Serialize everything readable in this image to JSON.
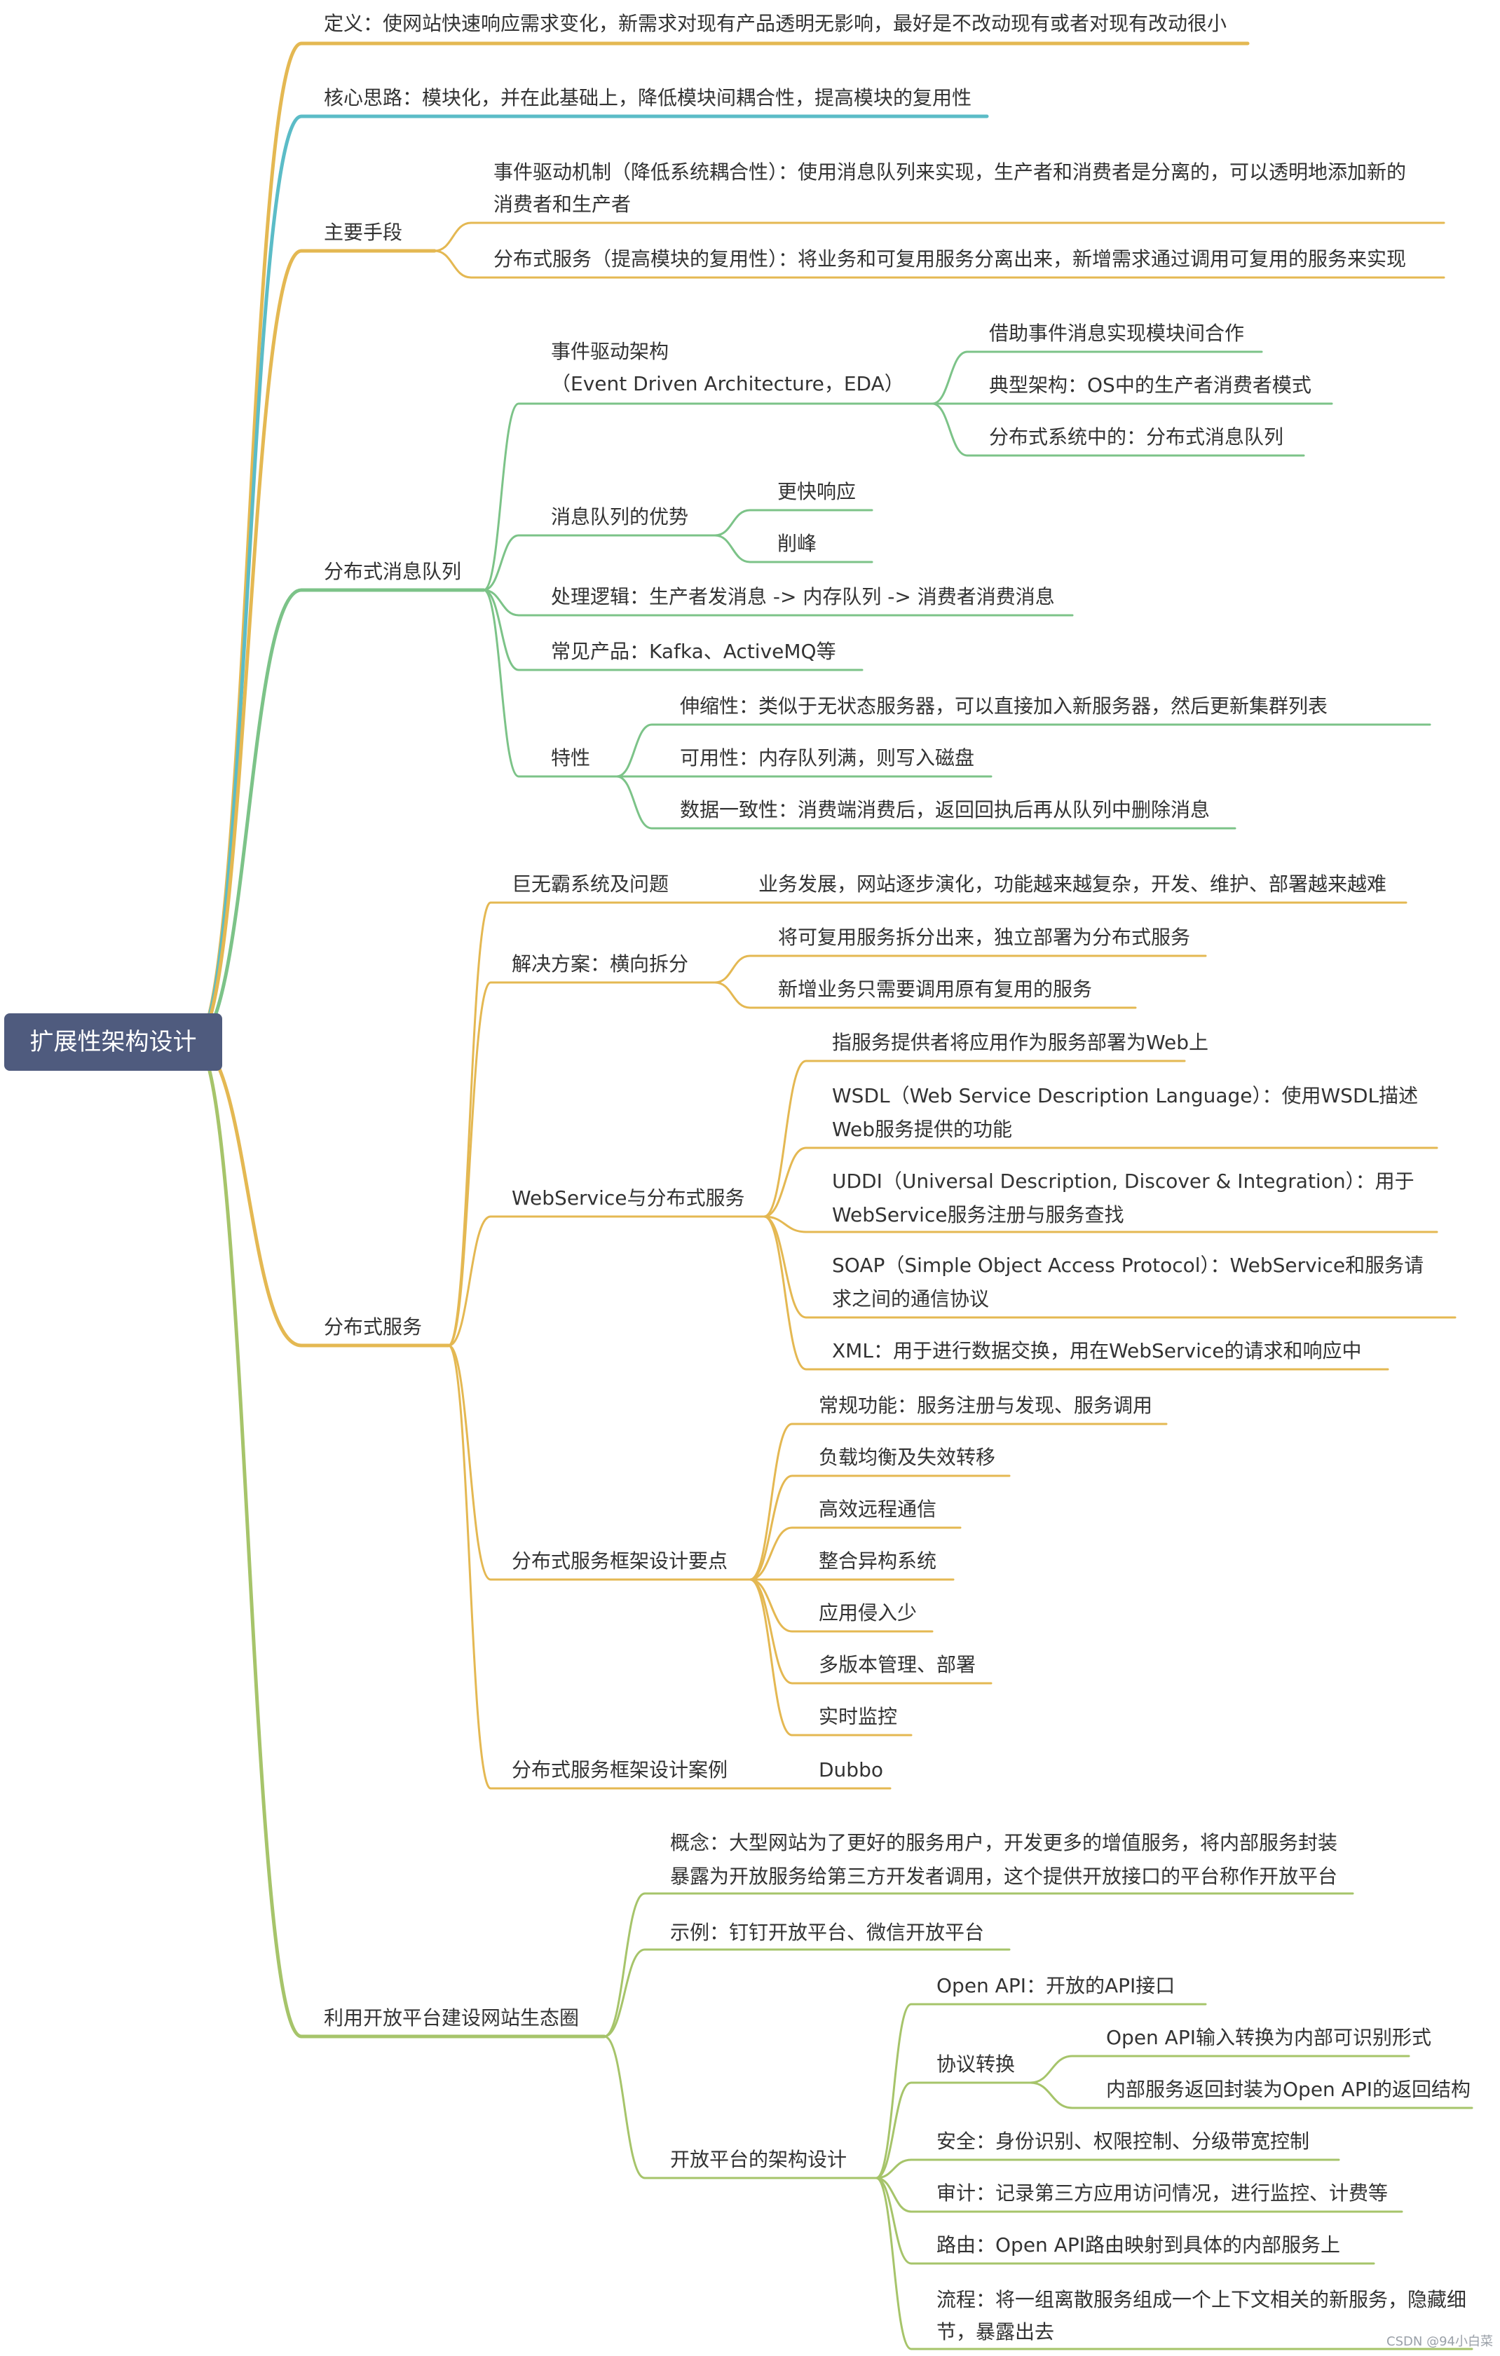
{
  "root": {
    "label": "扩展性架构设计"
  },
  "watermark": "CSDN @94小白菜",
  "colors": {
    "yellow": "#e4b852",
    "teal": "#5bbcc7",
    "green": "#7cc388",
    "olive": "#a6c46a",
    "root_bg": "#4f5b7e",
    "text": "#333333"
  },
  "nodes": {
    "n1": "定义：使网站快速响应需求变化，新需求对现有产品透明无影响，最好是不改动现有或者对现有改动很小",
    "n2": "核心思路：模块化，并在此基础上，降低模块间耦合性，提高模块的复用性",
    "n3": "主要手段",
    "n3a1": "事件驱动机制（降低系统耦合性）：使用消息队列来实现，生产者和消费者是分离的，可以透明地添加新的",
    "n3a2": "消费者和生产者",
    "n3b": "分布式服务（提高模块的复用性）：将业务和可复用服务分离出来，新增需求通过调用可复用的服务来实现",
    "n4": "分布式消息队列",
    "n4a1": "事件驱动架构",
    "n4a2": "（Event Driven Architecture，EDA）",
    "n4a_c1": "借助事件消息实现模块间合作",
    "n4a_c2": "典型架构：OS中的生产者消费者模式",
    "n4a_c3": "分布式系统中的：分布式消息队列",
    "n4b": "消息队列的优势",
    "n4b_c1": "更快响应",
    "n4b_c2": "削峰",
    "n4c": "处理逻辑：生产者发消息 -> 内存队列 -> 消费者消费消息",
    "n4d": "常见产品：Kafka、ActiveMQ等",
    "n4e": "特性",
    "n4e_c1": "伸缩性：类似于无状态服务器，可以直接加入新服务器，然后更新集群列表",
    "n4e_c2": "可用性：内存队列满，则写入磁盘",
    "n4e_c3": "数据一致性：消费端消费后，返回回执后再从队列中删除消息",
    "n5": "分布式服务",
    "n5a": "巨无霸系统及问题",
    "n5a_c1": "业务发展，网站逐步演化，功能越来越复杂，开发、维护、部署越来越难",
    "n5b": "解决方案：横向拆分",
    "n5b_c1": "将可复用服务拆分出来，独立部署为分布式服务",
    "n5b_c2": "新增业务只需要调用原有复用的服务",
    "n5c": "WebService与分布式服务",
    "n5c_c1": "指服务提供者将应用作为服务部署为Web上",
    "n5c_c2a": "WSDL（Web Service Description Language）：使用WSDL描述",
    "n5c_c2b": "Web服务提供的功能",
    "n5c_c3a": "UDDI（Universal Description, Discover & Integration）：用于",
    "n5c_c3b": "WebService服务注册与服务查找",
    "n5c_c4a": "SOAP（Simple Object Access Protocol）：WebService和服务请",
    "n5c_c4b": "求之间的通信协议",
    "n5c_c5": "XML：用于进行数据交换，用在WebService的请求和响应中",
    "n5d": "分布式服务框架设计要点",
    "n5d_c1": "常规功能：服务注册与发现、服务调用",
    "n5d_c2": "负载均衡及失效转移",
    "n5d_c3": "高效远程通信",
    "n5d_c4": "整合异构系统",
    "n5d_c5": "应用侵入少",
    "n5d_c6": "多版本管理、部署",
    "n5d_c7": "实时监控",
    "n5e": "分布式服务框架设计案例",
    "n5e_c1": "Dubbo",
    "n6": "利用开放平台建设网站生态圈",
    "n6a1": "概念：大型网站为了更好的服务用户，开发更多的增值服务，将内部服务封装",
    "n6a2": "暴露为开放服务给第三方开发者调用，这个提供开放接口的平台称作开放平台",
    "n6b": "示例：钉钉开放平台、微信开放平台",
    "n6c": "开放平台的架构设计",
    "n6c_c1": "Open API：开放的API接口",
    "n6c_c2": "协议转换",
    "n6c_c2a": "Open API输入转换为内部可识别形式",
    "n6c_c2b": "内部服务返回封装为Open API的返回结构",
    "n6c_c3": "安全：身份识别、权限控制、分级带宽控制",
    "n6c_c4": "审计：记录第三方应用访问情况，进行监控、计费等",
    "n6c_c5": "路由：Open API路由映射到具体的内部服务上",
    "n6c_c6a": "流程：将一组离散服务组成一个上下文相关的新服务，隐藏细",
    "n6c_c6b": "节，暴露出去"
  }
}
